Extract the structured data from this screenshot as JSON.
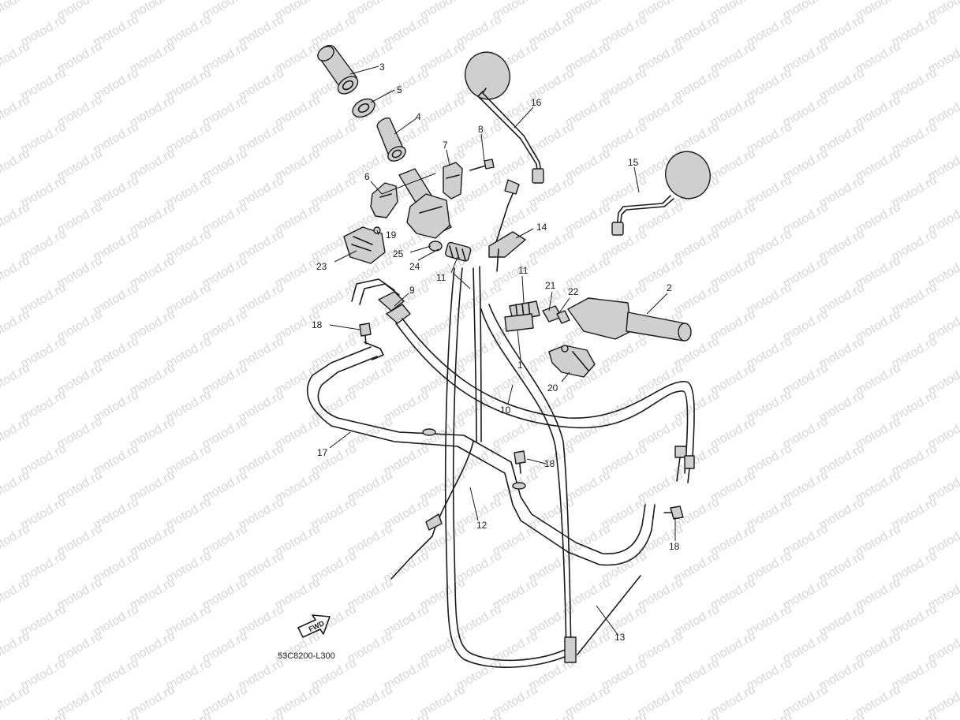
{
  "diagram": {
    "reference_code": "53C8200-L300",
    "fwd_label": "FWD",
    "watermark": "motod.ru",
    "callouts": [
      {
        "id": "c3",
        "label": "3"
      },
      {
        "id": "c5",
        "label": "5"
      },
      {
        "id": "c4",
        "label": "4"
      },
      {
        "id": "c7",
        "label": "7"
      },
      {
        "id": "c8",
        "label": "8"
      },
      {
        "id": "c6",
        "label": "6"
      },
      {
        "id": "c16",
        "label": "16"
      },
      {
        "id": "c15",
        "label": "15"
      },
      {
        "id": "c19",
        "label": "19"
      },
      {
        "id": "c23",
        "label": "23"
      },
      {
        "id": "c25",
        "label": "25"
      },
      {
        "id": "c24",
        "label": "24"
      },
      {
        "id": "c11a",
        "label": "11"
      },
      {
        "id": "c14",
        "label": "14"
      },
      {
        "id": "c11b",
        "label": "11"
      },
      {
        "id": "c9",
        "label": "9"
      },
      {
        "id": "c21",
        "label": "21"
      },
      {
        "id": "c22",
        "label": "22"
      },
      {
        "id": "c2",
        "label": "2"
      },
      {
        "id": "c18a",
        "label": "18"
      },
      {
        "id": "c1",
        "label": "1"
      },
      {
        "id": "c20",
        "label": "20"
      },
      {
        "id": "c10",
        "label": "10"
      },
      {
        "id": "c17",
        "label": "17"
      },
      {
        "id": "c18b",
        "label": "18"
      },
      {
        "id": "c12",
        "label": "12"
      },
      {
        "id": "c18c",
        "label": "18"
      },
      {
        "id": "c13",
        "label": "13"
      }
    ]
  }
}
